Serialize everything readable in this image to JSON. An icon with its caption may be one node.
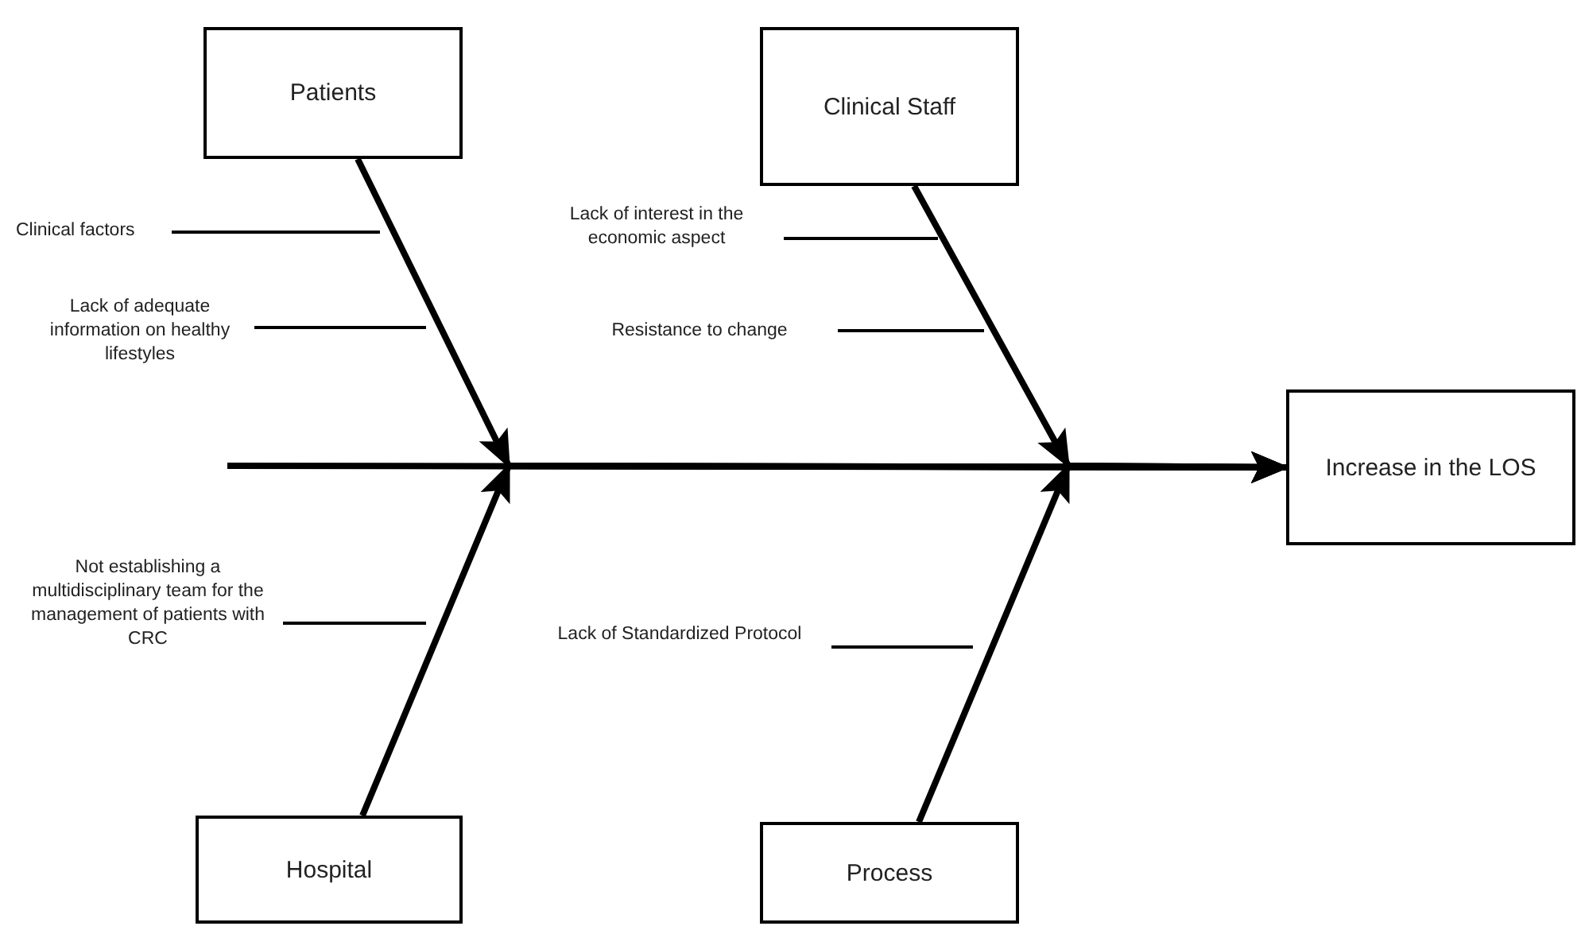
{
  "diagram": {
    "nodes": [
      {
        "text": [
          "Patients"
        ]
      },
      {
        "text": [
          "Clinical Staff"
        ]
      },
      {
        "text": [
          "Increase in the LOS"
        ]
      },
      {
        "text": [
          "Hospital"
        ]
      },
      {
        "text": [
          "Process"
        ]
      },
      {
        "text": [
          "Clinical factors"
        ]
      },
      {
        "text": [
          "Lack of adequate information on healthy lifestyles"
        ]
      },
      {
        "text": [
          "Lack of interest in the economic aspect"
        ]
      },
      {
        "text": [
          "Resistance to change"
        ]
      },
      {
        "text": [
          "Not establishing a multidisciplinary team for the management of patients with CRC"
        ]
      },
      {
        "text": [
          "Lack of Standardized Protocol"
        ]
      }
    ],
    "edges": [
      {
        "from": null,
        "to": 2,
        "arrow": "to",
        "style": "thick"
      },
      {
        "from": 0,
        "to": 2,
        "arrow": "to",
        "style": "thick"
      },
      {
        "from": 1,
        "to": 2,
        "arrow": "to",
        "style": "thick"
      },
      {
        "from": 3,
        "to": 2,
        "arrow": "to",
        "style": "thick"
      },
      {
        "from": 4,
        "to": 2,
        "arrow": "to",
        "style": "thick"
      },
      {
        "from": 5,
        "to": null,
        "arrow": "none"
      },
      {
        "from": 6,
        "to": null,
        "arrow": "none"
      },
      {
        "from": 7,
        "to": null,
        "arrow": "none"
      },
      {
        "from": 8,
        "to": null,
        "arrow": "none"
      },
      {
        "from": 9,
        "to": null,
        "arrow": "none"
      },
      {
        "from": 10,
        "to": null,
        "arrow": "none"
      }
    ]
  }
}
